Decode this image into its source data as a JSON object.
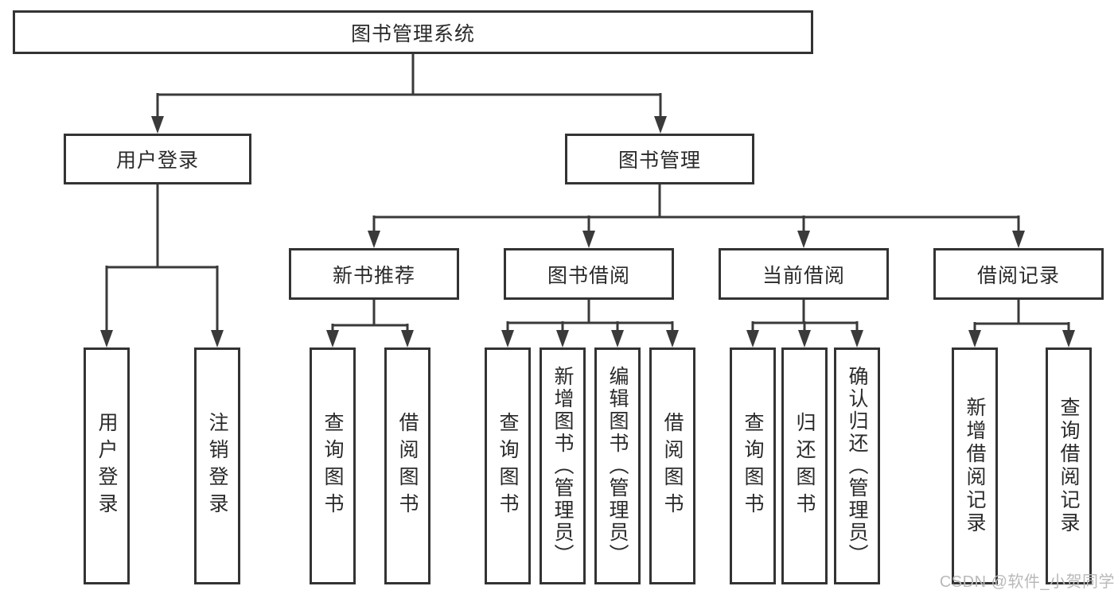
{
  "watermark": "CSDN @软件_小贺同学",
  "colors": {
    "line": "#3a3a3a",
    "box_border": "#333333",
    "text": "#2a2a2a",
    "background": "#ffffff",
    "watermark": "#b9b9b9"
  },
  "tree": {
    "root": {
      "label": "图书管理系统"
    },
    "branches": [
      {
        "label": "用户登录",
        "leaves": [
          {
            "label": "用户登录"
          },
          {
            "label": "注销登录"
          }
        ]
      },
      {
        "label": "图书管理",
        "sections": [
          {
            "label": "新书推荐",
            "leaves": [
              {
                "label": "查询图书"
              },
              {
                "label": "借阅图书"
              }
            ]
          },
          {
            "label": "图书借阅",
            "leaves": [
              {
                "label": "查询图书"
              },
              {
                "label": "新增图书（管理员）"
              },
              {
                "label": "编辑图书（管理员）"
              },
              {
                "label": "借阅图书"
              }
            ]
          },
          {
            "label": "当前借阅",
            "leaves": [
              {
                "label": "查询图书"
              },
              {
                "label": "归还图书"
              },
              {
                "label": "确认归还（管理员）"
              }
            ]
          },
          {
            "label": "借阅记录",
            "leaves": [
              {
                "label": "新增借阅记录"
              },
              {
                "label": "查询借阅记录"
              }
            ]
          }
        ]
      }
    ]
  }
}
